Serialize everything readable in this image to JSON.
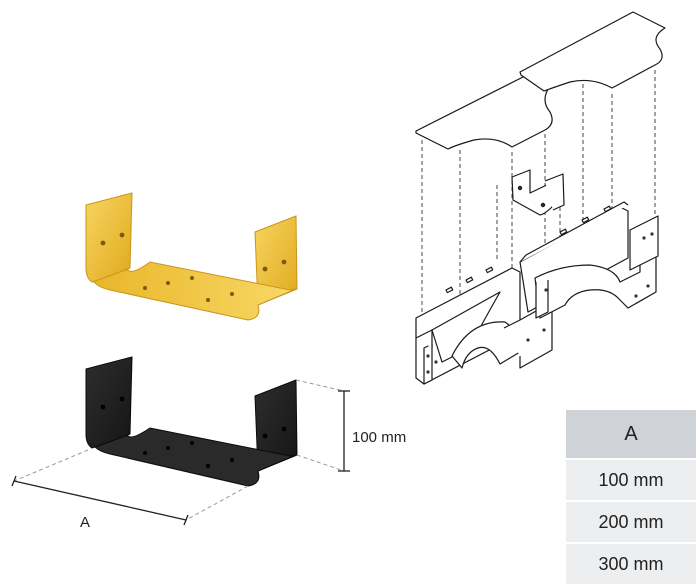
{
  "dimension_labels": {
    "height": "100 mm",
    "width": "A"
  },
  "size_table": {
    "header": "A",
    "rows": [
      "100 mm",
      "200 mm",
      "300 mm"
    ]
  },
  "colors": {
    "yellow_bracket": "#f2c230",
    "black_bracket": "#1e1e1e",
    "table_header": "#cfd3d8",
    "table_cell": "#eceef0"
  }
}
